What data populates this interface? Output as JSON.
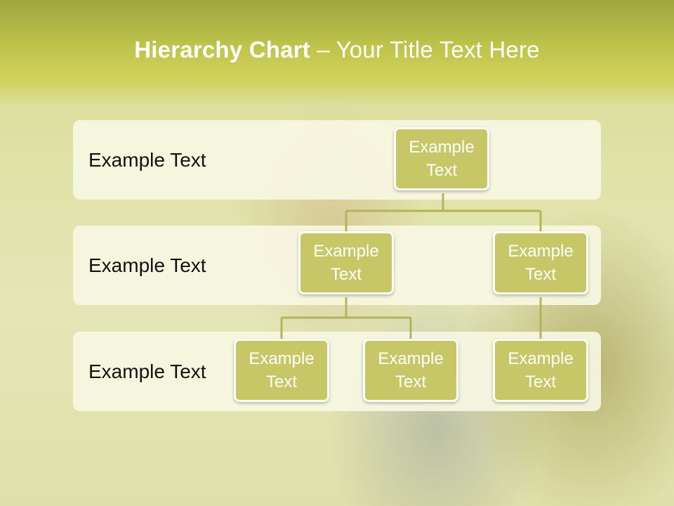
{
  "title": {
    "bold": "Hierarchy Chart",
    "rest": " – Your Title Text Here"
  },
  "rows": [
    {
      "label": "Example Text"
    },
    {
      "label": "Example Text"
    },
    {
      "label": "Example Text"
    }
  ],
  "nodes": {
    "root": "Example Text",
    "level2_left": "Example Text",
    "level2_right": "Example Text",
    "level3_a": "Example Text",
    "level3_b": "Example Text",
    "level3_c": "Example Text"
  },
  "colors": {
    "header": "#bfc44c",
    "band": "#f7f6e2",
    "node_fill": "#c7c767",
    "node_border": "#ffffff",
    "connector": "#b5b35a"
  }
}
